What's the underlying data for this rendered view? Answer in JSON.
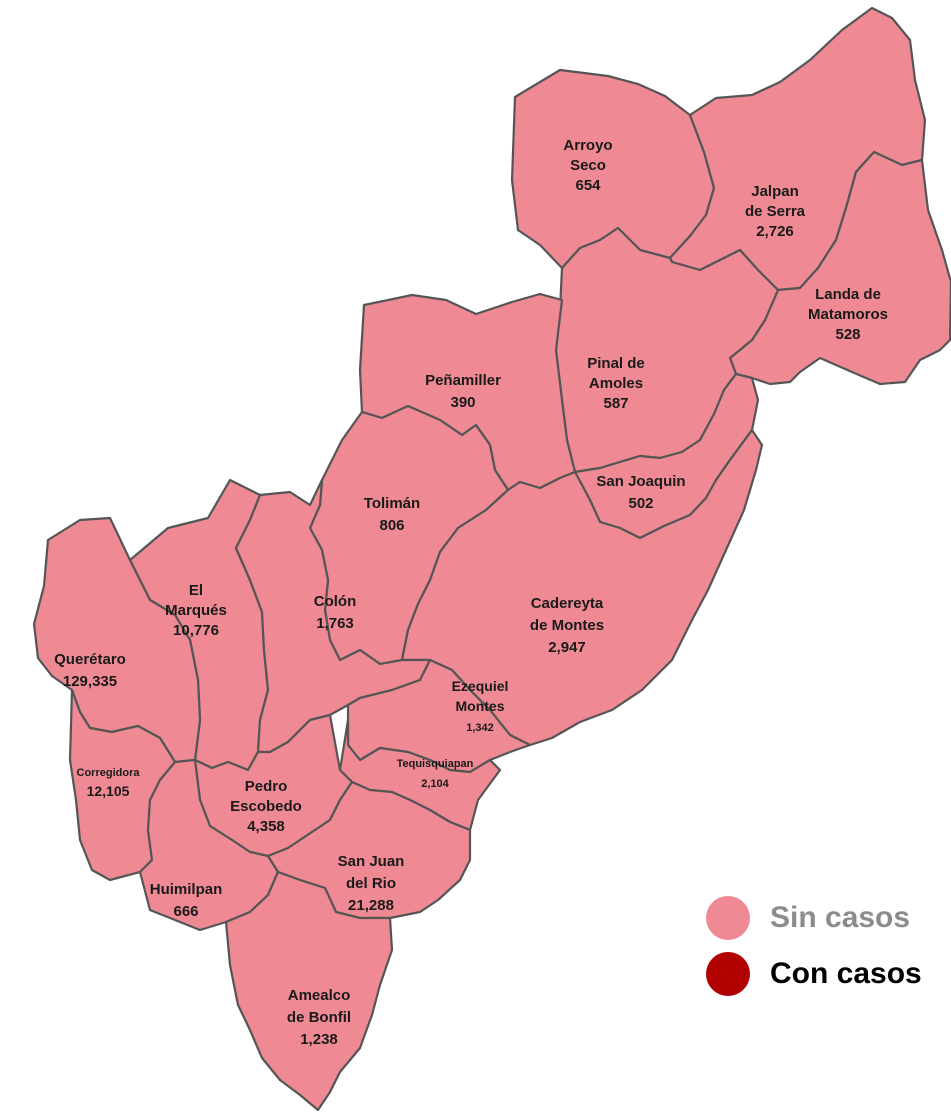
{
  "colors": {
    "sin_casos": "#ef8a95",
    "con_casos": "#b00000",
    "border": "#555555",
    "label": "#1a1a1a",
    "legend_sin_text": "#8c8c8c",
    "legend_con_text": "#000000"
  },
  "municipalities": [
    {
      "id": "arroyo-seco",
      "lines": [
        "Arroyo",
        "Seco",
        "654"
      ],
      "status": "sin_casos"
    },
    {
      "id": "jalpan-de-serra",
      "lines": [
        "Jalpan",
        "de Serra",
        "2,726"
      ],
      "status": "sin_casos"
    },
    {
      "id": "landa-de-matamoros",
      "lines": [
        "Landa de",
        "Matamoros",
        "528"
      ],
      "status": "sin_casos"
    },
    {
      "id": "pinal-de-amoles",
      "lines": [
        "Pinal de",
        "Amoles",
        "587"
      ],
      "status": "sin_casos"
    },
    {
      "id": "penamiller",
      "lines": [
        "Peñamiller",
        "390"
      ],
      "status": "sin_casos"
    },
    {
      "id": "san-joaquin",
      "lines": [
        "San Joaquin",
        "502"
      ],
      "status": "sin_casos"
    },
    {
      "id": "toliman",
      "lines": [
        "Tolimán",
        "806"
      ],
      "status": "sin_casos"
    },
    {
      "id": "cadereyta-de-montes",
      "lines": [
        "Cadereyta",
        "de Montes",
        "2,947"
      ],
      "status": "sin_casos"
    },
    {
      "id": "el-marques",
      "lines": [
        "El",
        "Marqués",
        "10,776"
      ],
      "status": "sin_casos"
    },
    {
      "id": "colon",
      "lines": [
        "Colón",
        "1,763"
      ],
      "status": "sin_casos"
    },
    {
      "id": "queretaro",
      "lines": [
        "Querétaro",
        "129,335"
      ],
      "status": "sin_casos"
    },
    {
      "id": "ezequiel-montes",
      "lines": [
        "Ezequiel",
        "Montes",
        "1,342"
      ],
      "status": "sin_casos"
    },
    {
      "id": "tequisquiapan",
      "lines": [
        "Tequisquiapan",
        "2,104"
      ],
      "status": "sin_casos"
    },
    {
      "id": "corregidora",
      "lines": [
        "Corregidora",
        "12,105"
      ],
      "status": "sin_casos"
    },
    {
      "id": "pedro-escobedo",
      "lines": [
        "Pedro",
        "Escobedo",
        "4,358"
      ],
      "status": "sin_casos"
    },
    {
      "id": "san-juan-del-rio",
      "lines": [
        "San Juan",
        "del Rio",
        "21,288"
      ],
      "status": "sin_casos"
    },
    {
      "id": "huimilpan",
      "lines": [
        "Huimilpan",
        "666"
      ],
      "status": "sin_casos"
    },
    {
      "id": "amealco-de-bonfil",
      "lines": [
        "Amealco",
        "de Bonfil",
        "1,238"
      ],
      "status": "sin_casos"
    }
  ],
  "legend": [
    {
      "label": "Sin casos",
      "color": "#ef8a95",
      "text_color": "#8c8c8c"
    },
    {
      "label": "Con casos",
      "color": "#b00000",
      "text_color": "#000000"
    }
  ]
}
